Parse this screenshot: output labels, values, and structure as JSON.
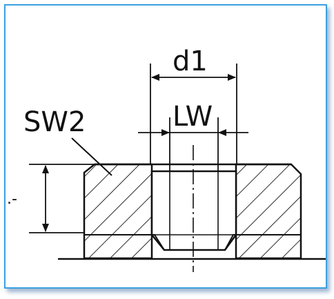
{
  "diagram": {
    "labels": {
      "outer_diameter": "d1",
      "key_width": "LW",
      "wrench_size": "SW2",
      "height_marker": ".-"
    },
    "colors": {
      "line": "#111111",
      "frame_border": "#3aa0e0",
      "background": "#ffffff"
    }
  }
}
